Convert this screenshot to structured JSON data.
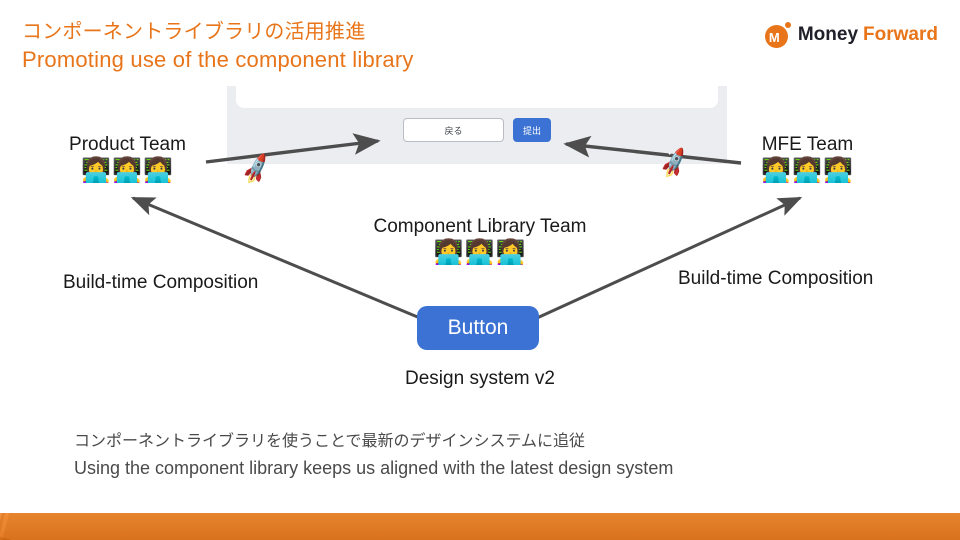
{
  "slide": {
    "title_jp": "コンポーネントライブラリの活用推進",
    "title_en": "Promoting use of the component library",
    "accent_color": "#E8751A",
    "brand_blue": "#3B72D3",
    "text_color": "#1A1A1A",
    "caption_color": "#4A4A4A"
  },
  "logo": {
    "mark_name": "money-forward-logo-mark",
    "word_1": "Money",
    "word_2": "Forward",
    "glyph": "M"
  },
  "mock_panel": {
    "panel_bg": "#ECEDF1",
    "card_bg": "#FFFFFF",
    "back_button_label": "戻る",
    "submit_button_label": "提出"
  },
  "nodes": [
    {
      "id": "product-team",
      "label": "Product Team",
      "people": "👩‍💻👩‍💻👩‍💻",
      "member_count": 3
    },
    {
      "id": "mfe-team",
      "label": "MFE Team",
      "people": "👩‍💻👩‍💻👩‍💻",
      "member_count": 3
    },
    {
      "id": "component-library-team",
      "label": "Component Library Team",
      "people": "👩‍💻👩‍💻👩‍💻",
      "member_count": 3
    }
  ],
  "central_chip": {
    "label": "Button",
    "sublabel": "Design system v2"
  },
  "edges": [
    {
      "id": "edge-comp-left",
      "label": "Build-time Composition",
      "from": "component-library-team",
      "to": "product-team"
    },
    {
      "id": "edge-comp-right",
      "label": "Build-time Composition",
      "from": "component-library-team",
      "to": "mfe-team"
    },
    {
      "id": "edge-deploy-left",
      "label": "",
      "from": "product-team",
      "to": "mock-panel"
    },
    {
      "id": "edge-deploy-right",
      "label": "",
      "from": "mfe-team",
      "to": "mock-panel"
    }
  ],
  "decorations": [
    {
      "id": "rocket-left",
      "icon": "rocket-icon",
      "glyph": "🚀"
    },
    {
      "id": "rocket-right",
      "icon": "rocket-icon",
      "glyph": "🚀"
    }
  ],
  "caption": {
    "line_jp": "コンポーネントライブラリを使うことで最新のデザインシステムに追従",
    "line_en": "Using the component library keeps us aligned with the latest design system"
  },
  "footer": {
    "bar_color": "#E8751A"
  }
}
